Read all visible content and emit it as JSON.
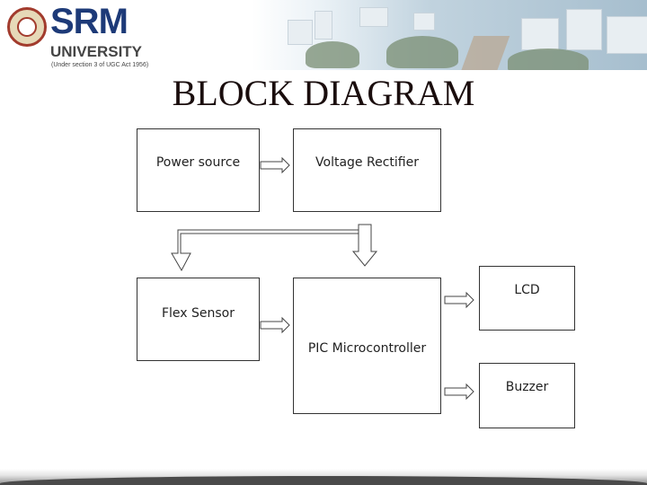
{
  "header": {
    "logo_name": "SRM",
    "logo_subtitle": "UNIVERSITY",
    "logo_note": "(Under section 3 of UGC Act 1956)"
  },
  "title": "BLOCK DIAGRAM",
  "blocks": {
    "power_source": "Power source",
    "voltage_rectifier": "Voltage Rectifier",
    "flex_sensor": "Flex Sensor",
    "pic_microcontroller": "PIC Microcontroller",
    "lcd": "LCD",
    "buzzer": "Buzzer"
  },
  "connections": [
    {
      "from": "power_source",
      "to": "voltage_rectifier"
    },
    {
      "from": "voltage_rectifier",
      "to": "flex_sensor"
    },
    {
      "from": "voltage_rectifier",
      "to": "pic_microcontroller"
    },
    {
      "from": "flex_sensor",
      "to": "pic_microcontroller"
    },
    {
      "from": "pic_microcontroller",
      "to": "lcd"
    },
    {
      "from": "pic_microcontroller",
      "to": "buzzer"
    }
  ],
  "colors": {
    "logo_blue": "#1d3a78",
    "seal_red": "#a23b2d",
    "title": "#1a0d0d"
  }
}
